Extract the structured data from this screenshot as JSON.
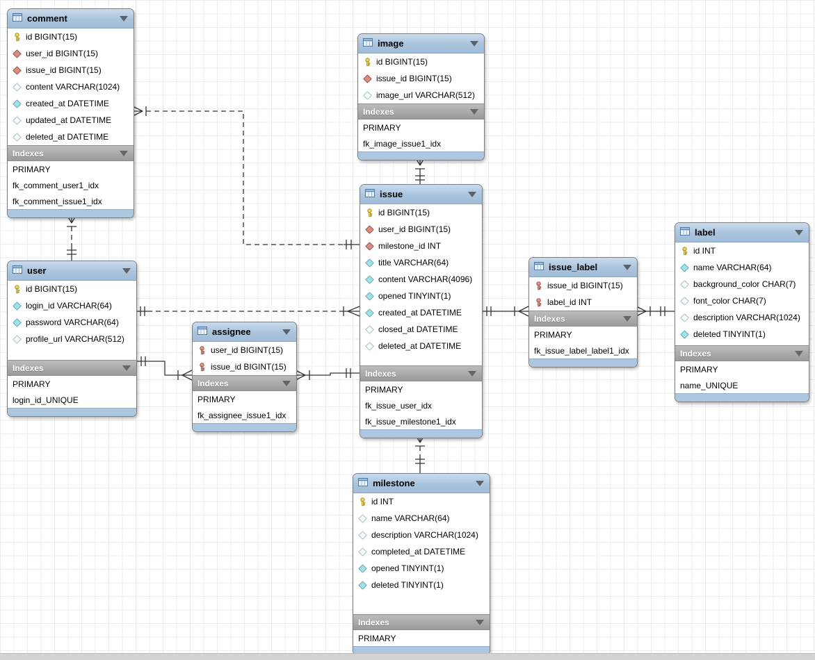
{
  "diagram": {
    "tables": [
      {
        "name": "comment",
        "columns": [
          {
            "icon": "primary-key",
            "text": "id BIGINT(15)"
          },
          {
            "icon": "fk-diamond",
            "text": "user_id BIGINT(15)"
          },
          {
            "icon": "fk-diamond",
            "text": "issue_id BIGINT(15)"
          },
          {
            "icon": "nullable-diamond",
            "text": "content VARCHAR(1024)"
          },
          {
            "icon": "notnull-diamond",
            "text": "created_at DATETIME"
          },
          {
            "icon": "nullable-diamond",
            "text": "updated_at DATETIME"
          },
          {
            "icon": "nullable-diamond",
            "text": "deleted_at DATETIME"
          }
        ],
        "indexes_label": "Indexes",
        "indexes": [
          "PRIMARY",
          "fk_comment_user1_idx",
          "fk_comment_issue1_idx"
        ]
      },
      {
        "name": "image",
        "columns": [
          {
            "icon": "primary-key",
            "text": "id BIGINT(15)"
          },
          {
            "icon": "fk-diamond",
            "text": "issue_id BIGINT(15)"
          },
          {
            "icon": "nullable-diamond",
            "text": "image_url VARCHAR(512)"
          }
        ],
        "indexes_label": "Indexes",
        "indexes": [
          "PRIMARY",
          "fk_image_issue1_idx"
        ]
      },
      {
        "name": "issue",
        "columns": [
          {
            "icon": "primary-key",
            "text": "id BIGINT(15)"
          },
          {
            "icon": "fk-diamond",
            "text": "user_id BIGINT(15)"
          },
          {
            "icon": "fk-diamond",
            "text": "milestone_id INT"
          },
          {
            "icon": "notnull-diamond",
            "text": "title VARCHAR(64)"
          },
          {
            "icon": "notnull-diamond",
            "text": "content VARCHAR(4096)"
          },
          {
            "icon": "notnull-diamond",
            "text": "opened TINYINT(1)"
          },
          {
            "icon": "notnull-diamond",
            "text": "created_at DATETIME"
          },
          {
            "icon": "nullable-diamond",
            "text": "closed_at DATETIME"
          },
          {
            "icon": "nullable-diamond",
            "text": "deleted_at DATETIME"
          }
        ],
        "indexes_label": "Indexes",
        "indexes": [
          "PRIMARY",
          "fk_issue_user_idx",
          "fk_issue_milestone1_idx"
        ]
      },
      {
        "name": "user",
        "columns": [
          {
            "icon": "primary-key",
            "text": "id BIGINT(15)"
          },
          {
            "icon": "notnull-diamond",
            "text": "login_id VARCHAR(64)"
          },
          {
            "icon": "notnull-diamond",
            "text": "password VARCHAR(64)"
          },
          {
            "icon": "nullable-diamond",
            "text": "profile_url VARCHAR(512)"
          }
        ],
        "indexes_label": "Indexes",
        "indexes": [
          "PRIMARY",
          "login_id_UNIQUE"
        ]
      },
      {
        "name": "assignee",
        "columns": [
          {
            "icon": "primary-foreign-key",
            "text": "user_id BIGINT(15)"
          },
          {
            "icon": "primary-foreign-key",
            "text": "issue_id BIGINT(15)"
          }
        ],
        "indexes_label": "Indexes",
        "indexes": [
          "PRIMARY",
          "fk_assignee_issue1_idx"
        ]
      },
      {
        "name": "issue_label",
        "columns": [
          {
            "icon": "primary-foreign-key",
            "text": "issue_id BIGINT(15)"
          },
          {
            "icon": "primary-foreign-key",
            "text": "label_id INT"
          }
        ],
        "indexes_label": "Indexes",
        "indexes": [
          "PRIMARY",
          "fk_issue_label_label1_idx"
        ]
      },
      {
        "name": "label",
        "columns": [
          {
            "icon": "primary-key",
            "text": "id INT"
          },
          {
            "icon": "notnull-diamond",
            "text": "name VARCHAR(64)"
          },
          {
            "icon": "nullable-diamond",
            "text": "background_color CHAR(7)"
          },
          {
            "icon": "nullable-diamond",
            "text": "font_color CHAR(7)"
          },
          {
            "icon": "nullable-diamond",
            "text": "description VARCHAR(1024)"
          },
          {
            "icon": "notnull-diamond",
            "text": "deleted TINYINT(1)"
          }
        ],
        "indexes_label": "Indexes",
        "indexes": [
          "PRIMARY",
          "name_UNIQUE"
        ]
      },
      {
        "name": "milestone",
        "columns": [
          {
            "icon": "primary-key",
            "text": "id INT"
          },
          {
            "icon": "nullable-diamond",
            "text": "name VARCHAR(64)"
          },
          {
            "icon": "nullable-diamond",
            "text": "description VARCHAR(1024)"
          },
          {
            "icon": "nullable-diamond",
            "text": "completed_at DATETIME"
          },
          {
            "icon": "notnull-diamond",
            "text": "opened TINYINT(1)"
          },
          {
            "icon": "notnull-diamond",
            "text": "deleted TINYINT(1)"
          }
        ],
        "indexes_label": "Indexes",
        "indexes": [
          "PRIMARY"
        ]
      }
    ],
    "relationships": [
      {
        "from": "comment",
        "to": "issue",
        "style": "dashed",
        "from_cardinality": "many",
        "to_cardinality": "one"
      },
      {
        "from": "comment",
        "to": "user",
        "style": "dashed",
        "from_cardinality": "many",
        "to_cardinality": "one"
      },
      {
        "from": "image",
        "to": "issue",
        "style": "dashed",
        "from_cardinality": "many",
        "to_cardinality": "one"
      },
      {
        "from": "issue",
        "to": "user",
        "style": "dashed",
        "from_cardinality": "many",
        "to_cardinality": "one"
      },
      {
        "from": "assignee",
        "to": "user",
        "style": "solid",
        "from_cardinality": "many",
        "to_cardinality": "one"
      },
      {
        "from": "assignee",
        "to": "issue",
        "style": "solid",
        "from_cardinality": "many",
        "to_cardinality": "one"
      },
      {
        "from": "issue_label",
        "to": "issue",
        "style": "solid",
        "from_cardinality": "many",
        "to_cardinality": "one"
      },
      {
        "from": "issue_label",
        "to": "label",
        "style": "solid",
        "from_cardinality": "many",
        "to_cardinality": "one"
      },
      {
        "from": "issue",
        "to": "milestone",
        "style": "dashed",
        "from_cardinality": "many",
        "to_cardinality": "one"
      }
    ],
    "icons": {
      "table-icon": "blue grid square",
      "collapse-icon": "▼",
      "primary-key": "yellow key",
      "primary-foreign-key": "red key",
      "fk-diamond": "red filled diamond",
      "notnull-diamond": "cyan filled diamond",
      "nullable-diamond": "white open diamond"
    },
    "colors": {
      "table_header_blue": "#aec7e0",
      "indexes_bar_gray": "#a6a6a6",
      "pk_yellow": "#efd867",
      "fk_red": "#d98c80",
      "notnull_cyan": "#a3e0ea",
      "line": "#333333",
      "grid_line": "#ecedf2"
    }
  }
}
